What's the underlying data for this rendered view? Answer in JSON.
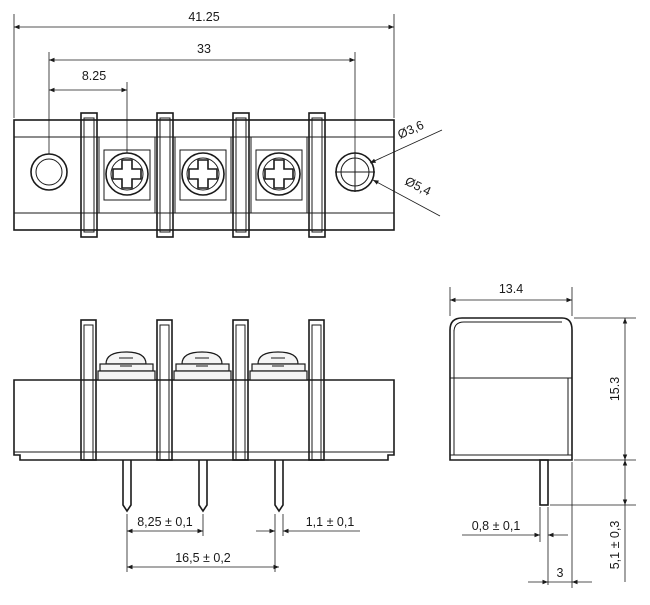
{
  "top_view": {
    "overall_length": "41.25",
    "hole_spacing": "33",
    "pitch": "8.25",
    "hole_diameter": "Ø3,6",
    "washer_diameter": "Ø5,4"
  },
  "front_view": {
    "pitch": "8,25 ± 0,1",
    "pin_width": "1,1 ± 0,1",
    "double_pitch": "16,5 ± 0,2"
  },
  "side_view": {
    "width": "13.4",
    "height": "15.3",
    "pin_thickness": "0,8 ± 0,1",
    "pin_length": "5,1 ± 0,3",
    "pin_offset": "3"
  }
}
